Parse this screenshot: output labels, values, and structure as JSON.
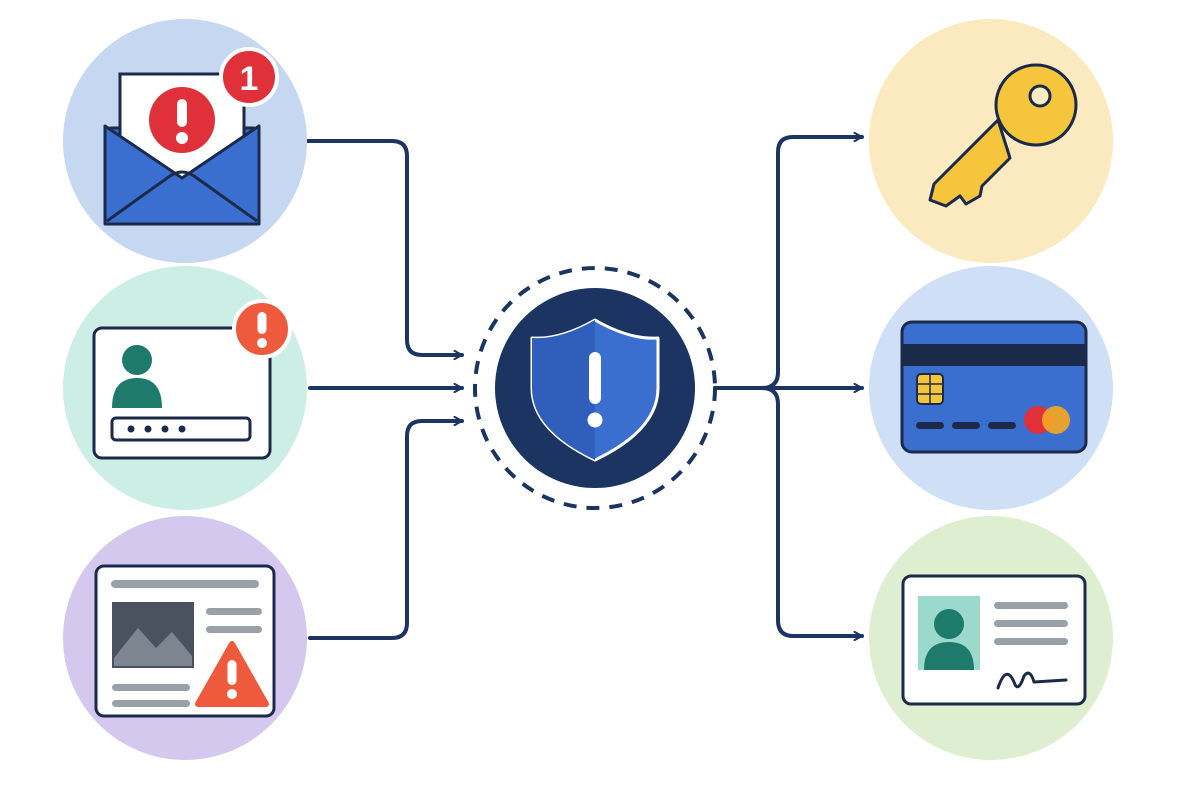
{
  "diagram": {
    "type": "flow",
    "left_nodes": [
      {
        "id": "phishing-email",
        "icon": "envelope-warning-icon",
        "badge_text": "1",
        "bg": "#c6d7f2"
      },
      {
        "id": "fake-login",
        "icon": "login-form-warning-icon",
        "badge_text": "!",
        "bg": "#cdeee5"
      },
      {
        "id": "malicious-webpage",
        "icon": "webpage-warning-icon",
        "badge_text": "!",
        "bg": "#d4c8ee"
      }
    ],
    "center_node": {
      "id": "security-shield",
      "icon": "shield-alert-icon",
      "badge_text": "!",
      "bg": "#1b3461"
    },
    "right_nodes": [
      {
        "id": "password-key",
        "icon": "key-icon",
        "bg": "#fbeac0"
      },
      {
        "id": "credit-card",
        "icon": "credit-card-icon",
        "bg": "#cfdff6"
      },
      {
        "id": "identity-card",
        "icon": "id-card-icon",
        "bg": "#ddefd0"
      }
    ]
  },
  "colors": {
    "connector": "#1b3461",
    "alert_red": "#e0303a",
    "alert_orange": "#f05a3c",
    "envelope_blue": "#3a6fd0",
    "card_blue": "#3a6fd0",
    "key_yellow": "#f5c63c",
    "avatar_teal": "#1e7a6a",
    "id_photo_bg": "#9bd9cc",
    "stroke_dark": "#1b2a4a",
    "gray_lines": "#9aa0a8",
    "image_gray": "#4a5260"
  }
}
